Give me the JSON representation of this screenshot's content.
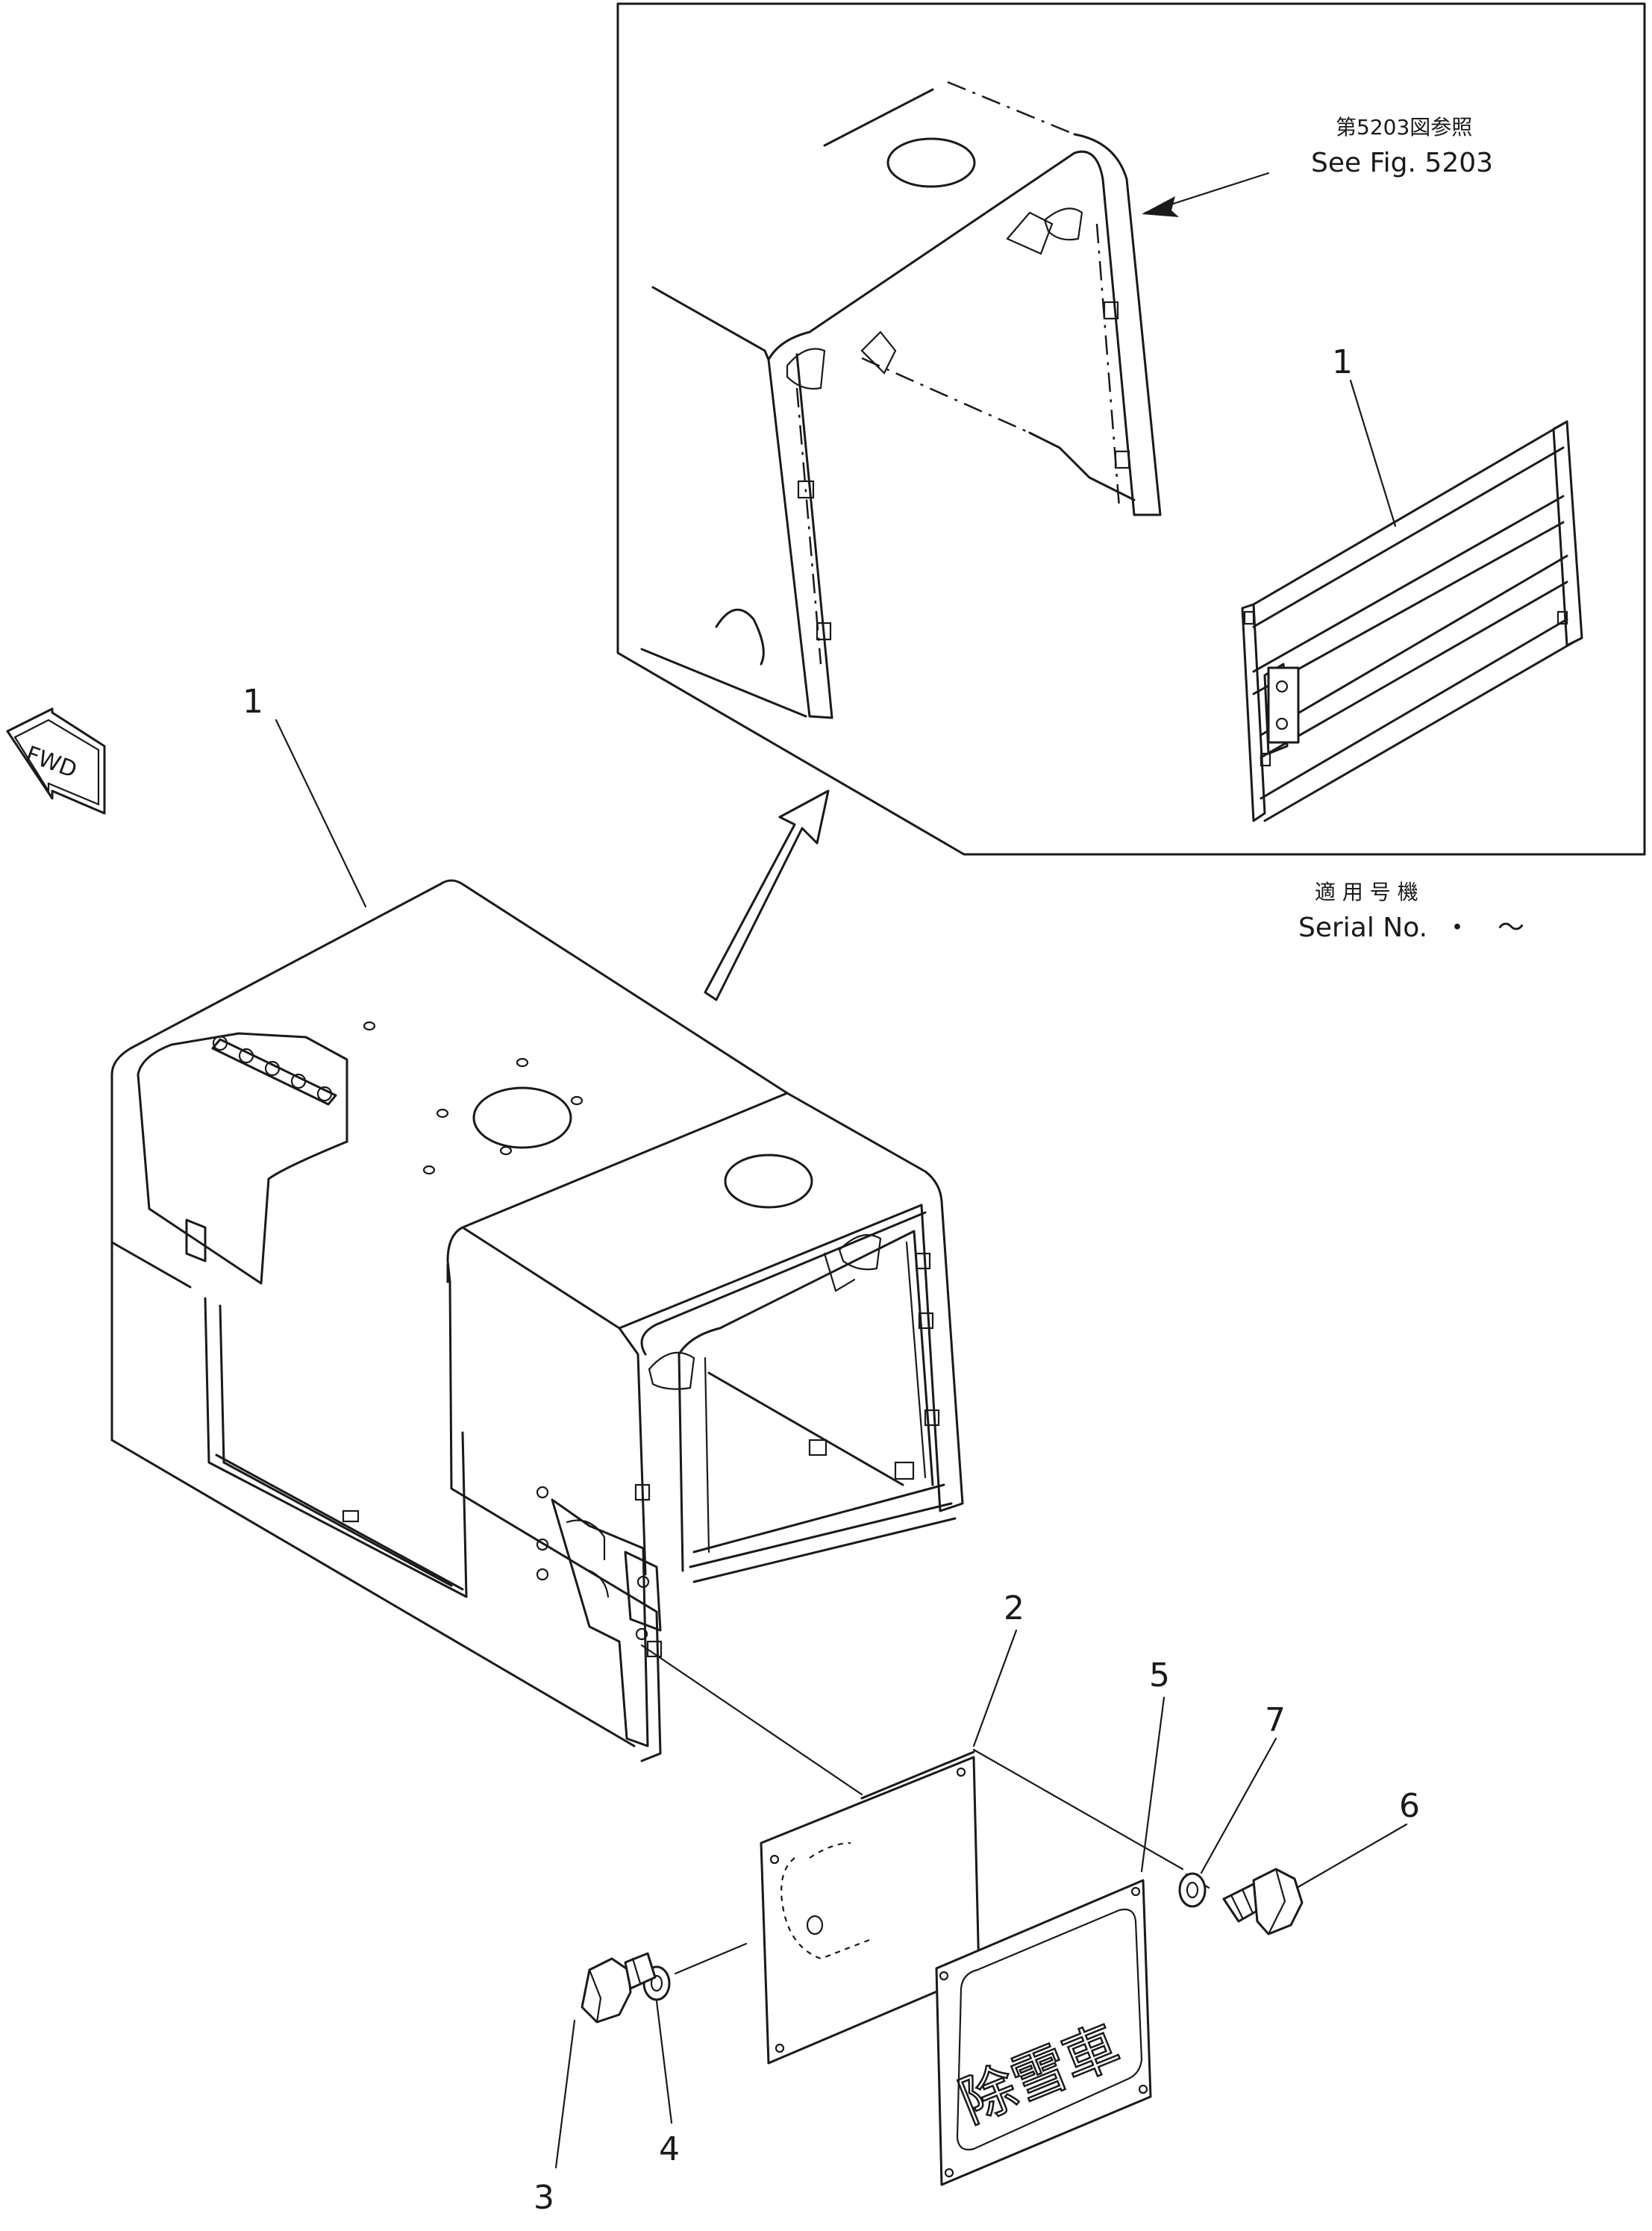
{
  "inset": {
    "reference_jp": "第5203図参照",
    "reference_en": "See Fig. 5203",
    "callout": "1"
  },
  "serial": {
    "label_jp": "適 用 号 機",
    "label_en": "Serial No.",
    "range": "・　～"
  },
  "fwd_label": "FWD",
  "plate_text": "除雪車",
  "callouts": {
    "hood": "1",
    "plate": "2",
    "bolt_left": "3",
    "washer_left": "4",
    "sign": "5",
    "bolt_right": "6",
    "washer_right": "7"
  }
}
